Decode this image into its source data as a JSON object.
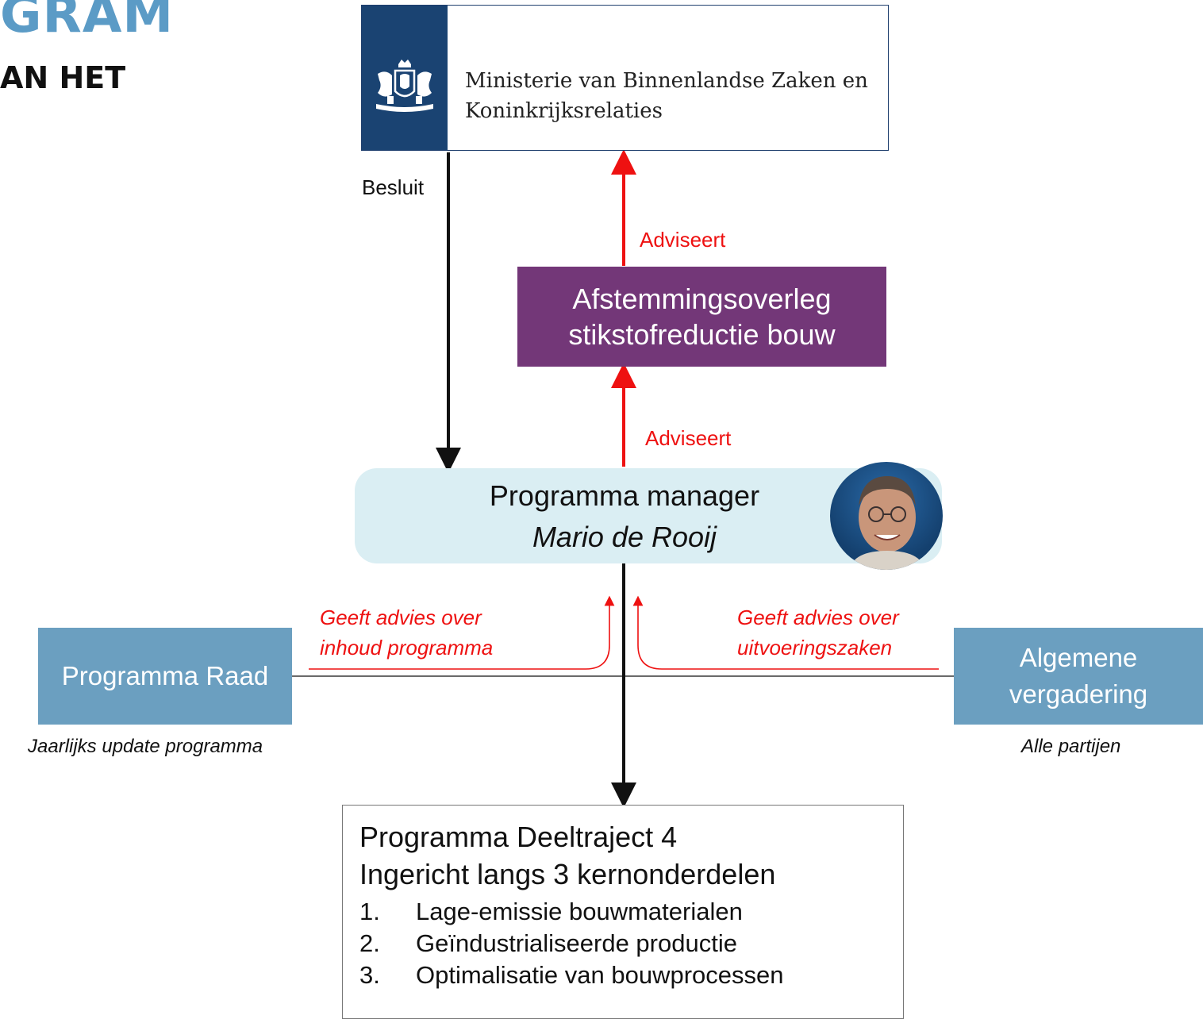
{
  "corner": {
    "title": "GRAM",
    "subtitle": "AN HET"
  },
  "ministry": {
    "line1": "Ministerie van Binnenlandse Zaken en",
    "line2": "Koninkrijksrelaties"
  },
  "labels": {
    "besluit": "Besluit",
    "adviseert_top": "Adviseert",
    "adviseert_mid": "Adviseert"
  },
  "afstemming": {
    "line1": "Afstemmingsoverleg",
    "line2": "stikstofreductie bouw"
  },
  "manager": {
    "title": "Programma manager",
    "name": "Mario de Rooij"
  },
  "left": {
    "advice_line1": "Geeft advies over",
    "advice_line2": "inhoud programma",
    "box": "Programma Raad",
    "note": "Jaarlijks update programma"
  },
  "right": {
    "advice_line1": "Geeft advies over",
    "advice_line2": "uitvoeringszaken",
    "box_line1": "Algemene",
    "box_line2": "vergadering",
    "note": "Alle partijen"
  },
  "deeltraject": {
    "heading1": "Programma Deeltraject 4",
    "heading2": "Ingericht langs 3 kernonderdelen",
    "items": [
      {
        "num": "1.",
        "text": "Lage-emissie bouwmaterialen"
      },
      {
        "num": "2.",
        "text": "Geïndustrialiseerde productie"
      },
      {
        "num": "3.",
        "text": "Optimalisatie van bouwprocessen"
      }
    ]
  },
  "colors": {
    "afstemming": "#733778",
    "manager_box": "#daeef3",
    "side_boxes": "#6b9fc0",
    "ministry_band": "#1a4372",
    "advice_red": "#ee1111",
    "corner_title": "#5b9bc6"
  }
}
